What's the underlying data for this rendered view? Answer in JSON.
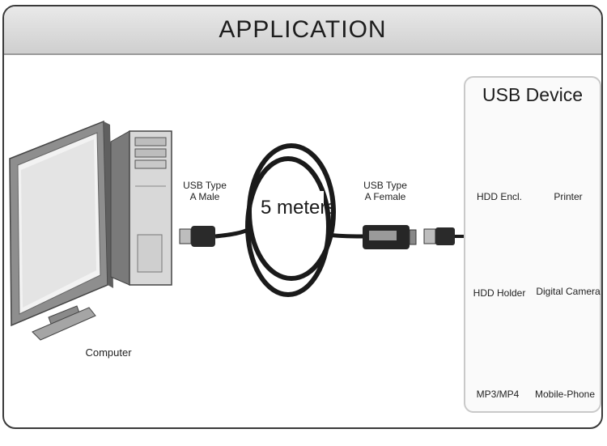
{
  "header": {
    "title": "APPLICATION"
  },
  "computer": {
    "label": "Computer"
  },
  "cable": {
    "length_label": "5 meters",
    "male_label": "USB Type\nA Male",
    "female_label": "USB Type\nA Female"
  },
  "device_panel": {
    "title": "USB Device",
    "devices": [
      {
        "label": "HDD Encl."
      },
      {
        "label": "Printer"
      },
      {
        "label": "HDD Holder"
      },
      {
        "label": "Digital Camera"
      },
      {
        "label": "MP3/MP4"
      },
      {
        "label": "Mobile-Phone"
      }
    ]
  }
}
